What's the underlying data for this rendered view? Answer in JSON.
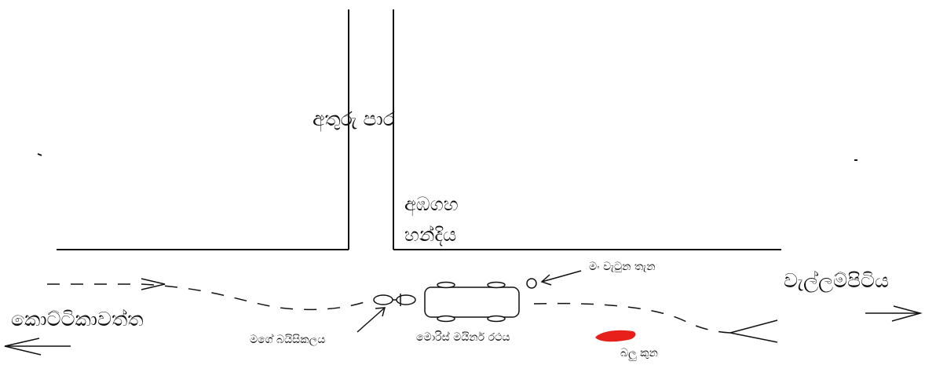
{
  "labels": {
    "crossing": "අතුරු පාර",
    "junction_line1": "අඹගහ",
    "junction_line2": "හන්දිය",
    "left_place": "කොට්ටිකාවත්ත",
    "right_place": "වැල්ලම්පිටිය",
    "fall_point": "මං වැටුන තැන",
    "my_bicycle": "මගේ බයිසිකලය",
    "car": "මොරිස් මයිනර් රථය",
    "dog": "බලු කුන"
  },
  "colors": {
    "ink": "#111111",
    "dog_mark": "#e8201c"
  }
}
